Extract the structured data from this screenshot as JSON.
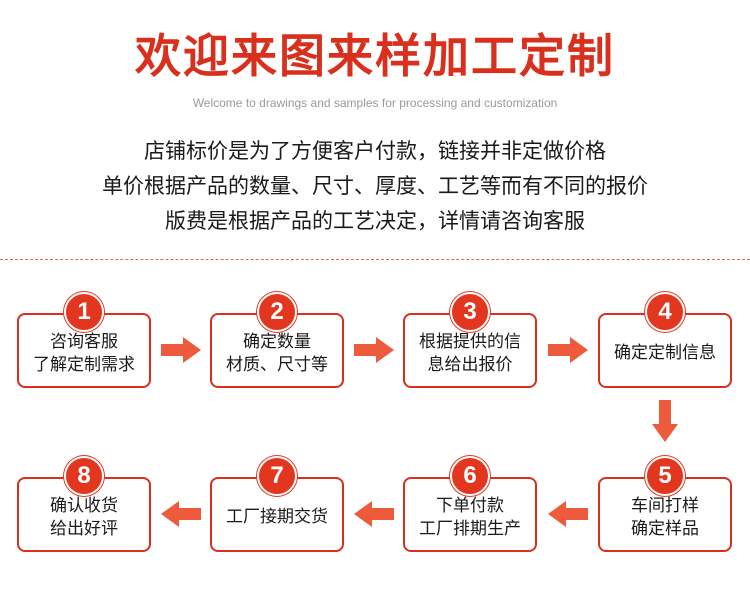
{
  "header": {
    "title": "欢迎来图来样加工定制",
    "subtitle": "Welcome to drawings and samples for processing and customization"
  },
  "description": {
    "lines": [
      "店铺标价是为了方便客户付款，链接并非定做价格",
      "单价根据产品的数量、尺寸、厚度、工艺等而有不同的报价",
      "版费是根据产品的工艺决定，详情请咨询客服"
    ]
  },
  "steps": [
    {
      "number": "1",
      "lines": [
        "咨询客服",
        "了解定制需求"
      ]
    },
    {
      "number": "2",
      "lines": [
        "确定数量",
        "材质、尺寸等"
      ]
    },
    {
      "number": "3",
      "lines": [
        "根据提供的信",
        "息给出报价"
      ]
    },
    {
      "number": "4",
      "lines": [
        "确定定制信息"
      ]
    },
    {
      "number": "5",
      "lines": [
        "车间打样",
        "确定样品"
      ]
    },
    {
      "number": "6",
      "lines": [
        "下单付款",
        "工厂排期生产"
      ]
    },
    {
      "number": "7",
      "lines": [
        "工厂接期交货"
      ]
    },
    {
      "number": "8",
      "lines": [
        "确认收货",
        "给出好评"
      ]
    }
  ],
  "colors": {
    "accent": "#d9301e",
    "badge": "#e2361f",
    "arrow": "#ee5a3c",
    "divider": "#e06b4f"
  },
  "icons": {
    "arrow_right": "arrow-right-icon",
    "arrow_left": "arrow-left-icon",
    "arrow_down": "arrow-down-icon"
  }
}
